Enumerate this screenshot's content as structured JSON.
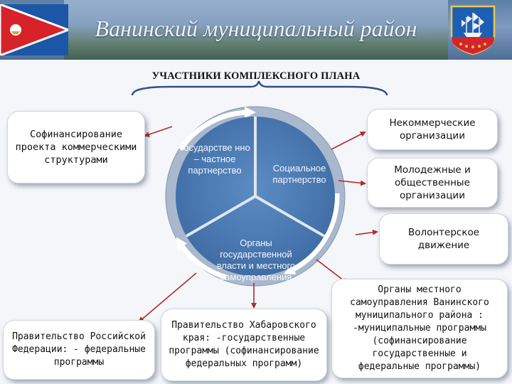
{
  "header": {
    "title": "Ванинский муниципальный район"
  },
  "plan_title": "УЧАСТНИКИ КОМПЛЕКСНОГО ПЛАНА",
  "circle": {
    "segment_left": "Государстве нно – частное партнерство",
    "segment_right": "Социальное партнерство",
    "segment_bottom": "Органы государственной власти и местного самоуправления"
  },
  "boxes": {
    "cofinancing": "Софинансирование проекта коммерческими структурами",
    "nonprofit": "Некоммерческие организации",
    "youth": "Молодежные и общественные организации",
    "volunteer": "Волонтерское движение",
    "local_gov": "Органы местного самоуправления Ванинского муниципального района : -муниципальные программы (софинансирование государственные и федеральные программы)",
    "khabarovsk": "Правительство Хабаровского края: -государственные программы (софинансирование федеральных программ)",
    "russia": "Правительство Российской Федерации: - федеральные программы"
  },
  "colors": {
    "segment_fill": "#4f7cb3",
    "ring": "#a9b8cc",
    "arrows": "#b22a2a",
    "header_bg": "#5d7fa6"
  }
}
